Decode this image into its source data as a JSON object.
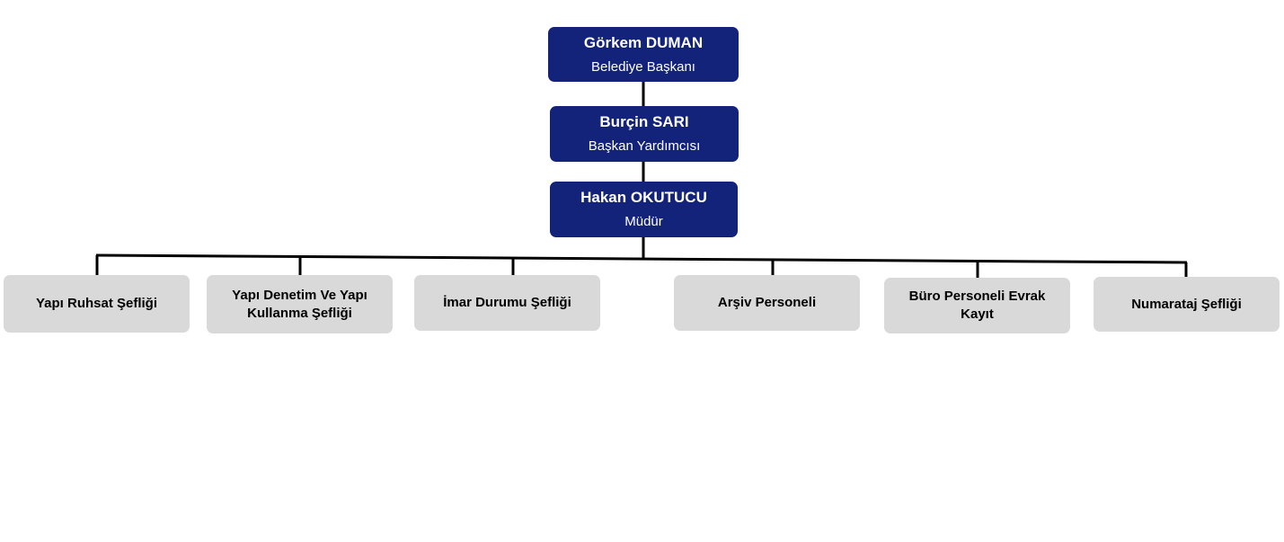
{
  "executives": [
    {
      "name": "Görkem DUMAN",
      "role": "Belediye Başkanı"
    },
    {
      "name": "Burçin SARI",
      "role": "Başkan Yardımcısı"
    },
    {
      "name": "Hakan OKUTUCU",
      "role": "Müdür"
    }
  ],
  "units": [
    {
      "label": "Yapı Ruhsat Şefliği"
    },
    {
      "label": "Yapı Denetim Ve Yapı Kullanma Şefliği"
    },
    {
      "label": "İmar Durumu Şefliği"
    },
    {
      "label": "Arşiv Personeli"
    },
    {
      "label": "Büro Personeli Evrak Kayıt"
    },
    {
      "label": "Numarataj Şefliği"
    }
  ],
  "colors": {
    "executive_box": "#14237a",
    "executive_text": "#ffffff",
    "unit_box": "#d9d9d9",
    "unit_text": "#000000",
    "connector": "#000000"
  }
}
